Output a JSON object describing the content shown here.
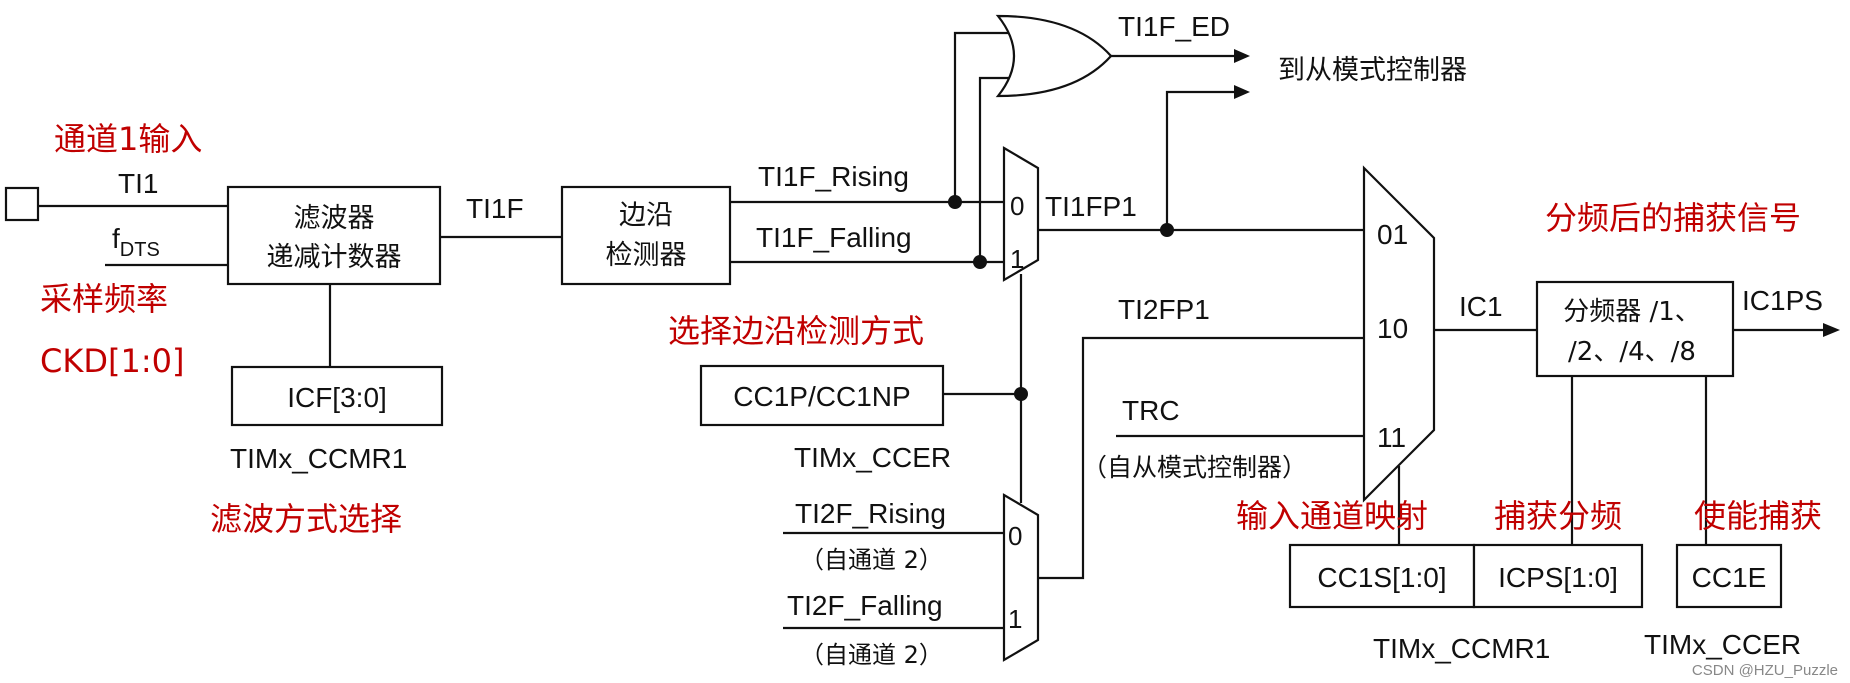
{
  "colors": {
    "line": "#111111",
    "annotation": "#c00000",
    "background": "#ffffff"
  },
  "labels": {
    "ti1_in": "TI1",
    "fdts_main": "f",
    "fdts_sub": "DTS",
    "filter_line1": "滤波器",
    "filter_line2": "递减计数器",
    "icf": "ICF[3:0]",
    "ccmr1_left": "TIMx_CCMR1",
    "ti1f": "TI1F",
    "edge_line1": "边沿",
    "edge_line2": "检测器",
    "ti1f_rising": "TI1F_Rising",
    "ti1f_falling": "TI1F_Falling",
    "mux1_0": "0",
    "mux1_1": "1",
    "ti1fp1": "TI1FP1",
    "ti1f_ed": "TI1F_ED",
    "to_slave": "到从模式控制器",
    "cc1p": "CC1P/CC1NP",
    "ccer_mid": "TIMx_CCER",
    "ti2fp1": "TI2FP1",
    "trc": "TRC",
    "trc_note": "（自从模式控制器）",
    "ti2f_rising": "TI2F_Rising",
    "from_ch2_a": "（自通道 2）",
    "ti2f_falling": "TI2F_Falling",
    "from_ch2_b": "（自通道 2）",
    "mux2_0": "0",
    "mux2_1": "1",
    "sel_01": "01",
    "sel_10": "10",
    "sel_11": "11",
    "ic1": "IC1",
    "prescaler_line1": "分频器 /1、",
    "prescaler_line2": "/2、/4、/8",
    "ic1ps": "IC1PS",
    "cc1s": "CC1S[1:0]",
    "icps": "ICPS[1:0]",
    "ccmr1_right": "TIMx_CCMR1",
    "cc1e": "CC1E",
    "ccer_right": "TIMx_CCER",
    "watermark": "CSDN @HZU_Puzzle"
  },
  "annotations": {
    "ch1_input": "通道1输入",
    "sample_freq": "采样频率",
    "ckd": "CKD[1:0]",
    "filter_select": "滤波方式选择",
    "edge_select": "选择边沿检测方式",
    "channel_map": "输入通道映射",
    "capture_prescale": "捕获分频",
    "enable_capture": "使能捕获",
    "prescaled_signal": "分频后的捕获信号"
  }
}
